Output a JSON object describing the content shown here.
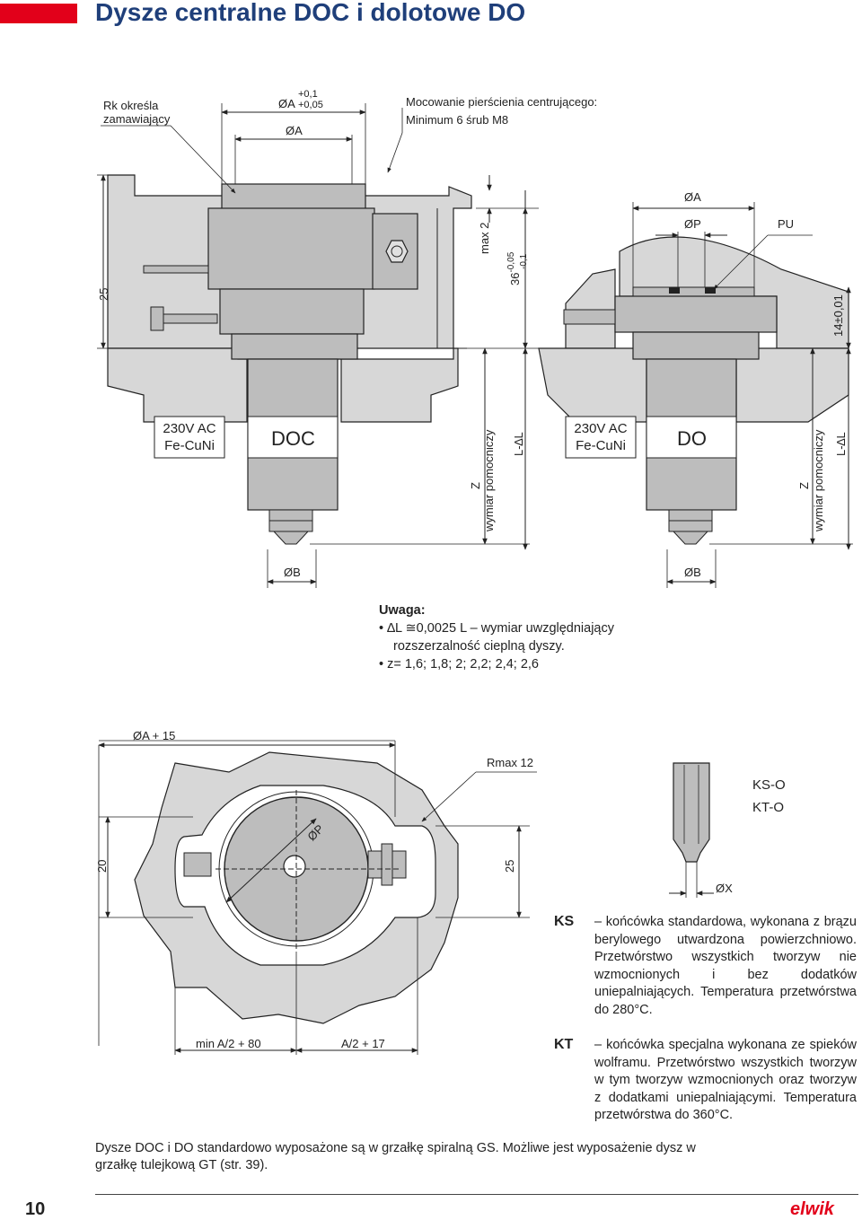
{
  "header": {
    "title": "Dysze centralne DOC i dolotowe DO"
  },
  "drawing_top": {
    "rk_label_line1": "Rk określa",
    "rk_label_line2": "zamawiający",
    "tol_upper": "+0,1",
    "tol_lower": "+0,05",
    "dia_a_tol": "ØA",
    "dia_a": "ØA",
    "mount_line1": "Mocowanie pierścienia centrującego:",
    "mount_line2": "Minimum 6 śrub M8",
    "dim_25": "25",
    "dim_max2": "max 2",
    "dim_36": "36",
    "dim_36_tol_upper": "-0,05",
    "dim_36_tol_lower": "-0,1",
    "doc_heater_line1": "230V AC",
    "doc_heater_line2": "Fe-CuNi",
    "doc_label": "DOC",
    "z_label": "Z",
    "aux_dim": "wymiar pomocniczy",
    "l_minus_dl": "L-∆L",
    "dia_b": "ØB",
    "do_dia_a": "ØA",
    "do_dia_p": "ØP",
    "do_pu": "PU",
    "dim_14": "14±0,01",
    "do_heater_line1": "230V AC",
    "do_heater_line2": "Fe-CuNi",
    "do_label": "DO",
    "do_z_label": "Z",
    "do_aux_dim": "wymiar pomocniczy",
    "do_l_minus_dl": "L-∆L",
    "do_dia_b": "ØB"
  },
  "notes": {
    "heading": "Uwaga:",
    "item1_line1": "∆L ≅0,0025 L – wymiar uwzględniający",
    "item1_line2": "rozszerzalność cieplną dyszy.",
    "item2": "z= 1,6; 1,8; 2; 2,2; 2,4; 2,6"
  },
  "drawing_bottom": {
    "dia_a_plus15": "ØA + 15",
    "rmax": "Rmax 12",
    "dia_p": "ØP",
    "dim_20": "20",
    "dim_25": "25",
    "min_a2": "min A/2 + 80",
    "a2_17": "A/2 + 17",
    "tip_ks": "KS-O",
    "tip_kt": "KT-O",
    "dia_x": "ØX"
  },
  "materials": [
    {
      "code": "KS",
      "desc": "– końcówka standardowa, wykonana z brązu berylowego utwardzona powierzchniowo. Przetwórstwo wszystkich tworzyw nie wzmocnionych i bez dodatków uniepalniających. Temperatura przetwórstwa do 280°C."
    },
    {
      "code": "KT",
      "desc": "– końcówka specjalna wykonana ze spieków wolframu. Przetwórstwo wszystkich tworzyw w tym tworzyw wzmocnionych oraz tworzyw z dodatkami uniepalniającymi. Temperatura przetwórstwa do 360°C."
    }
  ],
  "footer_text": "Dysze DOC i DO standardowo wyposażone są w grzałkę spiralną GS. Możliwe jest wyposażenie dysz w grzałkę tulejkową GT (str. 39).",
  "page_number": "10",
  "logo": "elwik",
  "colors": {
    "brand_red": "#e2001a",
    "title_blue": "#1f3f7a",
    "plate_gray": "#d7d7d7",
    "part_gray": "#bdbdbd"
  }
}
